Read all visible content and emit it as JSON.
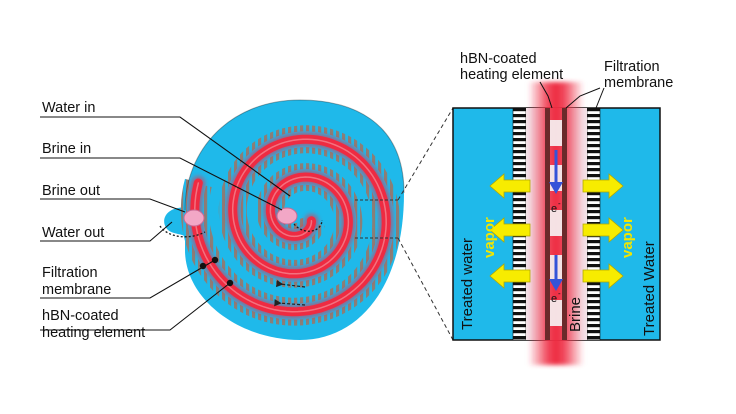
{
  "colors": {
    "water": "#1fb9ea",
    "heater": "#ee2b42",
    "membrane": "#8a7f78",
    "arrow": "#f7ec00",
    "electron": "#3553d8"
  },
  "left_labels": {
    "water_in": "Water in",
    "brine_in": "Brine in",
    "brine_out": "Brine out",
    "water_out": "Water out",
    "membrane_line1": "Filtration",
    "membrane_line2": "membrane",
    "heater_line1": "hBN-coated",
    "heater_line2": "heating element"
  },
  "right_labels": {
    "heater_line1": "hBN-coated",
    "heater_line2": "heating element",
    "membrane_line1": "Filtration",
    "membrane_line2": "membrane",
    "treated_water_left": "Treated water",
    "treated_water_right": "Treated Water",
    "brine": "Brine",
    "vapor": "vapor",
    "electron": "e"
  }
}
